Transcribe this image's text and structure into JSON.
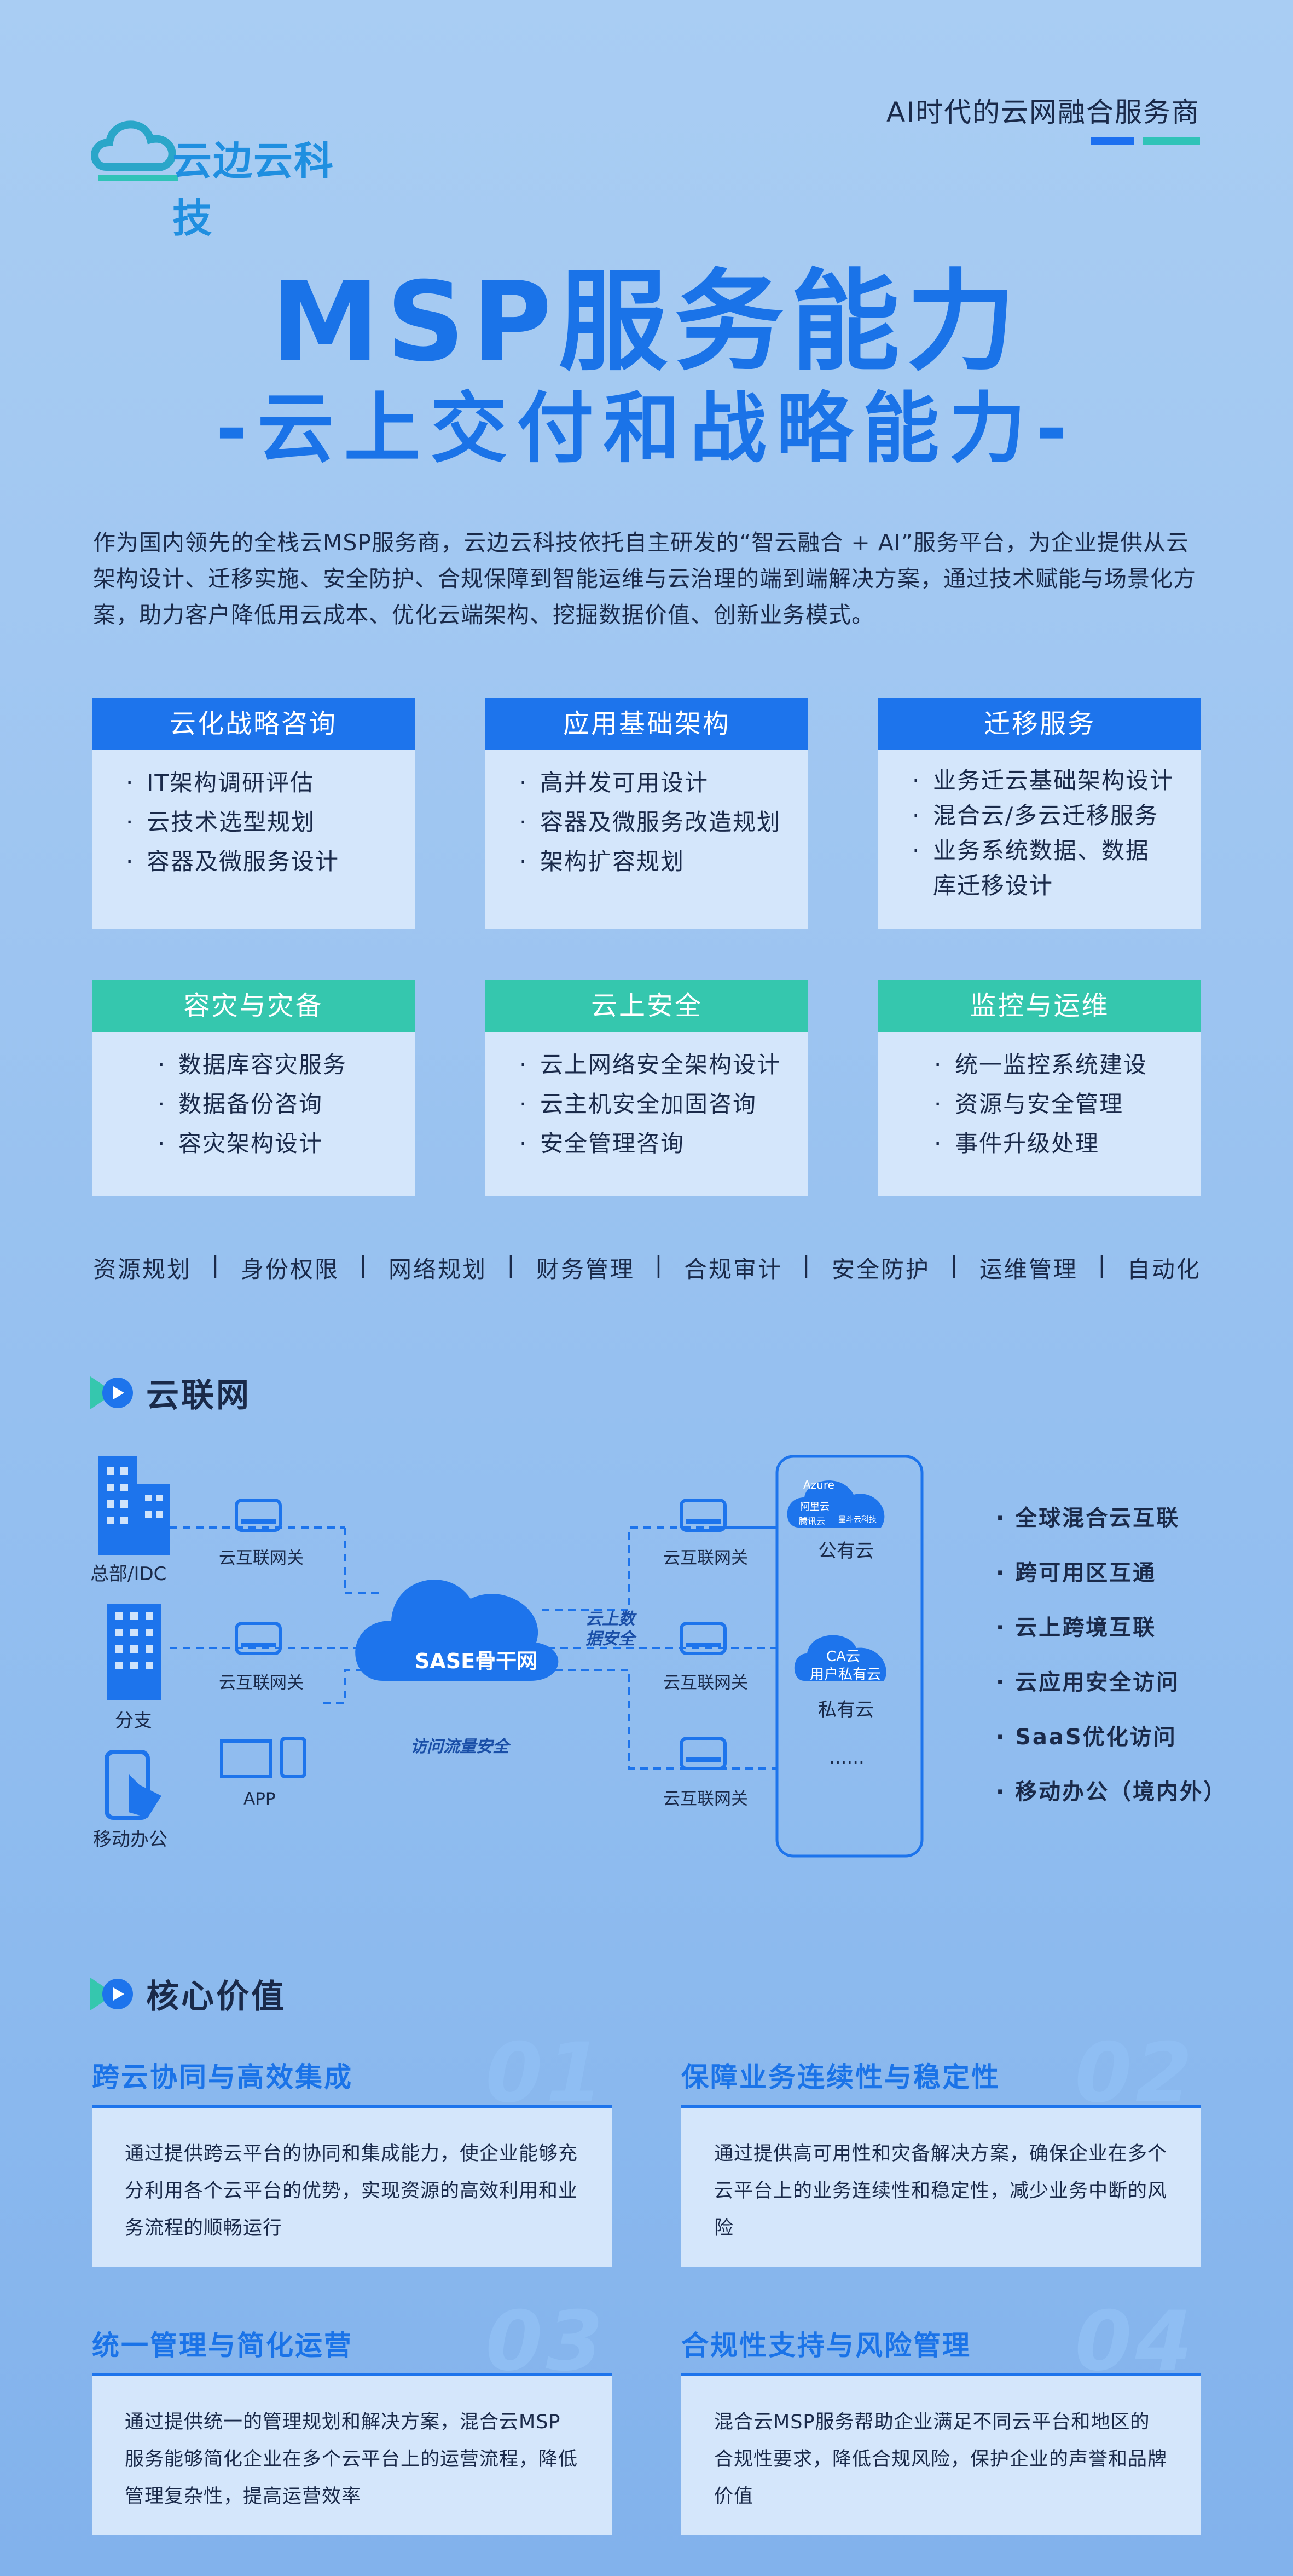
{
  "header": {
    "logo_text": "云边云科技",
    "tagline": "AI时代的云网融合服务商",
    "title": "MSP服务能力",
    "subtitle": "-云上交付和战略能力-"
  },
  "intro": "作为国内领先的全栈云MSP服务商，云边云科技依托自主研发的“智云融合 + AI”服务平台，为企业提供从云架构设计、迁移实施、安全防护、合规保障到智能运维与云治理的端到端解决方案，通过技术赋能与场景化方案，助力客户降低用云成本、优化云端架构、挖掘数据价值、创新业务模式。",
  "services": [
    {
      "title": "云化战略咨询",
      "items": [
        "IT架构调研评估",
        "云技术选型规划",
        "容器及微服务设计"
      ]
    },
    {
      "title": "应用基础架构",
      "items": [
        "高并发可用设计",
        "容器及微服务改造规划",
        "架构扩容规划"
      ]
    },
    {
      "title": "迁移服务",
      "items": [
        "业务迁云基础架构设计",
        "混合云/多云迁移服务",
        "业务系统数据、数据库迁移设计"
      ]
    },
    {
      "title": "容灾与灾备",
      "items": [
        "数据库容灾服务",
        "数据备份咨询",
        "容灾架构设计"
      ]
    },
    {
      "title": "云上安全",
      "items": [
        "云上网络安全架构设计",
        "云主机安全加固咨询",
        "安全管理咨询"
      ]
    },
    {
      "title": "监控与运维",
      "items": [
        "统一监控系统建设",
        "资源与安全管理",
        "事件升级处理"
      ]
    }
  ],
  "tags": [
    "资源规划",
    "|",
    "身份权限",
    "|",
    "网络规划",
    "|",
    "财务管理",
    "|",
    "合规审计",
    "|",
    "安全防护",
    "|",
    "运维管理",
    "|",
    "自动化"
  ],
  "network": {
    "section_title": "云联网",
    "nodes": {
      "hq": "总部/IDC",
      "branch": "分支",
      "mobile": "移动办公",
      "app": "APP",
      "gateway": "云互联网关",
      "backbone": "SASE骨干网",
      "data_security": "云上数据安全",
      "traffic_security": "访问流量安全",
      "public_cloud": "公有云",
      "private_cloud": "私有云",
      "ca_cloud": "CA云用户私有云",
      "ca_line1": "CA云",
      "ca_line2": "用户私有云",
      "more": "......",
      "logo_azure": "Azure",
      "logo_aliyun": "阿里云",
      "logo_tencent": "腾讯云",
      "logo_cloud4": "星斗云科技"
    },
    "features": [
      "全球混合云互联",
      "跨可用区互通",
      "云上跨境互联",
      "云应用安全访问",
      "SaaS优化访问",
      "移动办公（境内外）"
    ]
  },
  "values": {
    "section_title": "核心价值",
    "items": [
      {
        "num": "01",
        "title": "跨云协同与高效集成",
        "text": "通过提供跨云平台的协同和集成能力，使企业能够充分利用各个云平台的优势，实现资源的高效利用和业务流程的顺畅运行"
      },
      {
        "num": "02",
        "title": "保障业务连续性与稳定性",
        "text": "通过提供高可用性和灾备解决方案，确保企业在多个云平台上的业务连续性和稳定性，减少业务中断的风险"
      },
      {
        "num": "03",
        "title": "统一管理与简化运营",
        "text": "通过提供统一的管理规划和解决方案，混合云MSP服务能够简化企业在多个云平台上的运营流程，降低管理复杂性，提高运营效率"
      },
      {
        "num": "04",
        "title": "合规性支持与风险管理",
        "text": "混合云MSP服务帮助企业满足不同云平台和地区的合规性要求，降低合规风险，保护企业的声誉和品牌价值"
      }
    ]
  },
  "colors": {
    "primary": "#1d74ec",
    "accent": "#35c7ae",
    "card_bg": "#d4e6fb"
  }
}
